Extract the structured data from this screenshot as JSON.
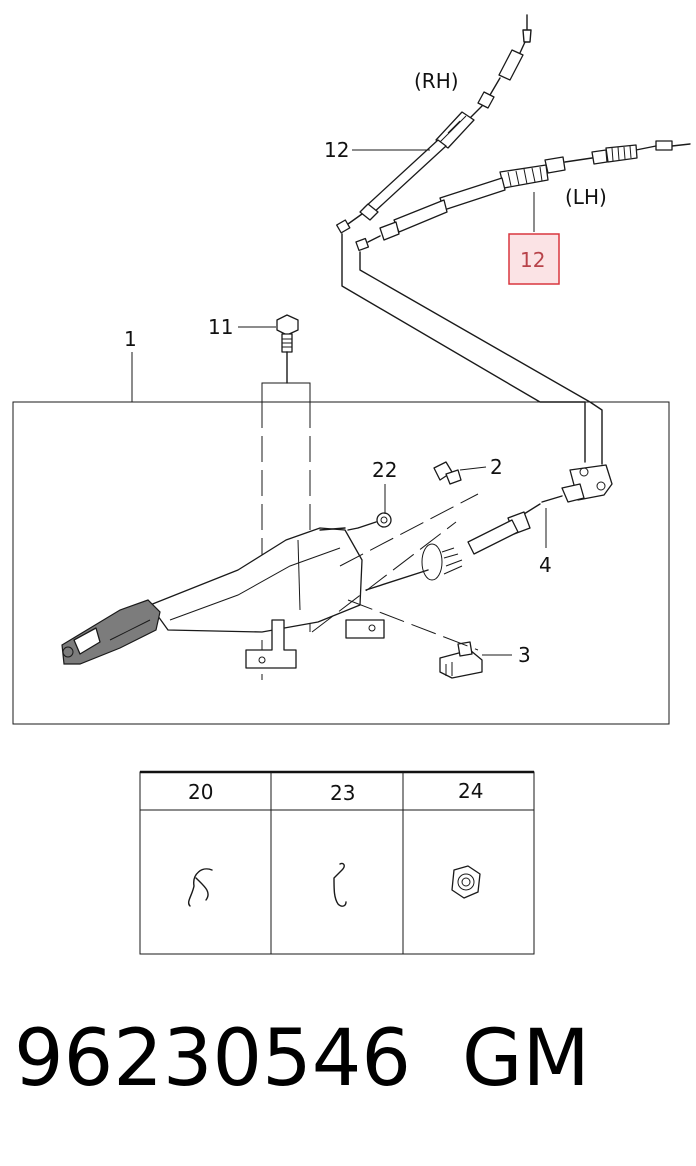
{
  "cable_labels": {
    "right_hand": "(RH)",
    "left_hand": "(LH)"
  },
  "callouts": {
    "cable_rh": "12",
    "cable_lh": "12",
    "bolt_upper": "11",
    "lever_assembly": "1",
    "screw_22": "22",
    "bolt_2": "2",
    "cable_front": "4",
    "switch_3": "3"
  },
  "highlight": {
    "callout": "cable_lh",
    "color": "#d9363e",
    "fill": "#fbe3e5"
  },
  "parts_table": {
    "columns": [
      "20",
      "23",
      "24"
    ]
  },
  "footer": {
    "part_number": "96230546",
    "brand": "GM"
  }
}
